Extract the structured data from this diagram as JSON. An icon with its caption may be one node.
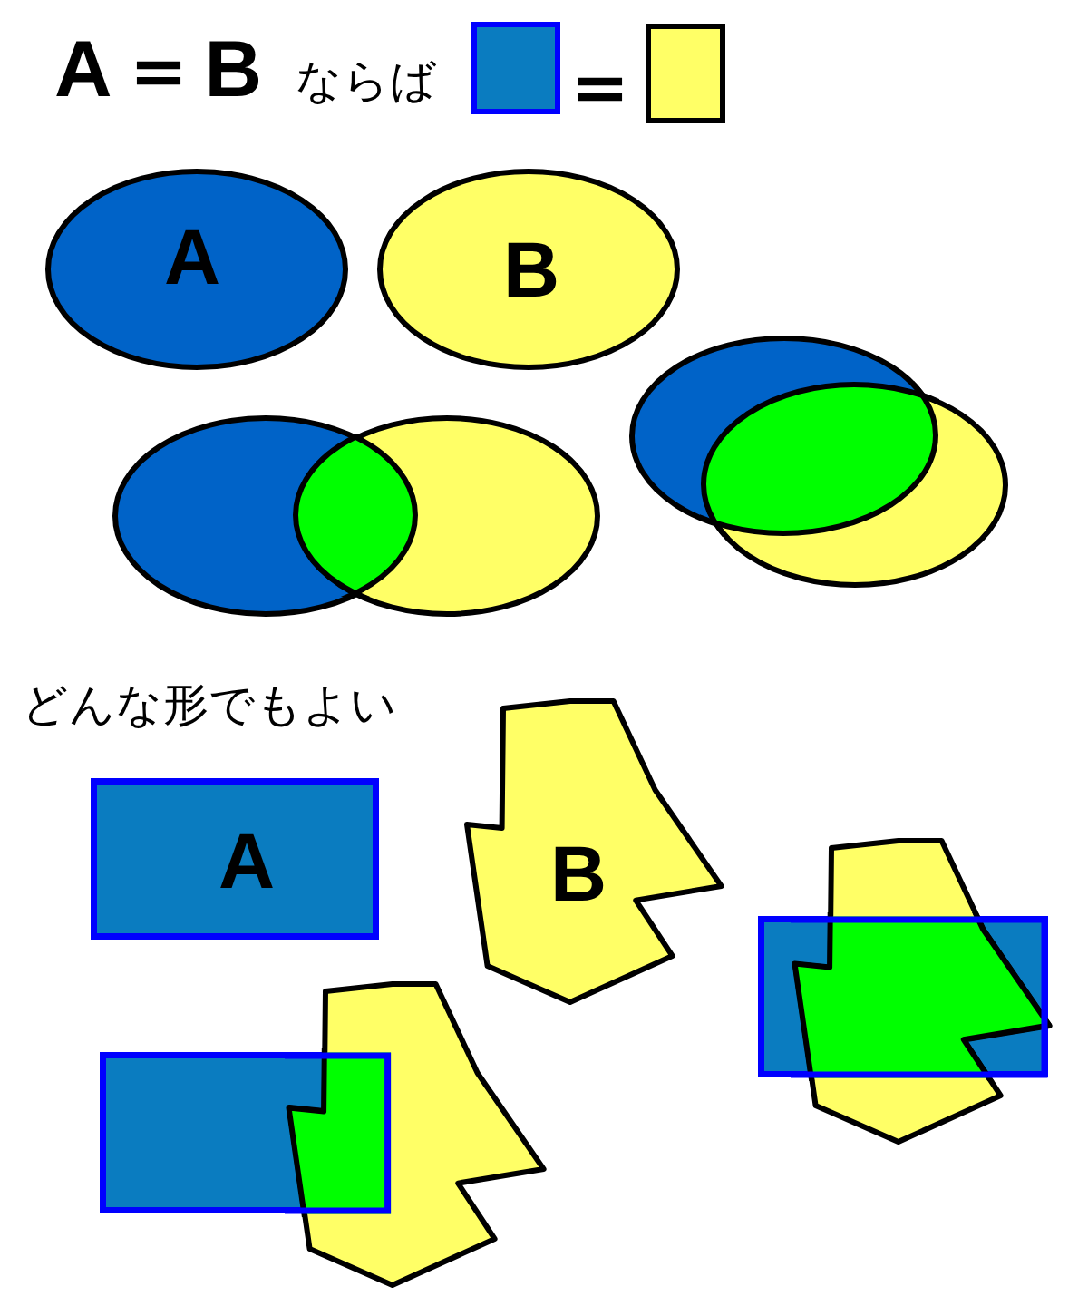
{
  "diagram": {
    "title": "**A＝B** ならば",
    "nodes": [
      {
        "text": [],
        "shape": "box"
      },
      {
        "text": [],
        "shape": "box"
      },
      {
        "text": [
          "A"
        ]
      },
      {
        "text": [
          "B"
        ]
      },
      {
        "text": [],
        "shape": "ellipse"
      },
      {
        "text": [],
        "shape": "ellipse"
      },
      {
        "text": [],
        "shape": "ellipse"
      },
      {
        "text": [],
        "shape": "ellipse"
      },
      {
        "text": [
          "A"
        ]
      },
      {
        "text": [
          "B"
        ]
      },
      {
        "text": [],
        "shape": "box"
      },
      {
        "text": [],
        "shape": "polygon"
      },
      {
        "text": [],
        "shape": "box"
      },
      {
        "text": [],
        "shape": "polygon"
      }
    ],
    "labels": [
      "＝",
      "どんな形でもよい"
    ]
  }
}
